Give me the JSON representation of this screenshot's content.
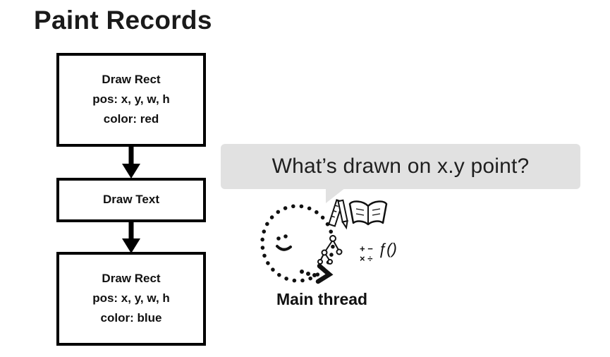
{
  "title": "Paint Records",
  "flow": {
    "boxes": [
      {
        "lines": [
          "Draw Rect",
          "pos: x, y, w, h",
          "color: red"
        ]
      },
      {
        "lines": [
          "Draw Text"
        ]
      },
      {
        "lines": [
          "Draw Rect",
          "pos: x, y, w, h",
          "color: blue"
        ]
      }
    ]
  },
  "bubble": {
    "text": "What’s drawn on x.y point?"
  },
  "doodle": {
    "plus_minus": "+ −",
    "times_divide": "× ÷",
    "function_label": "ƒ()"
  },
  "main_thread": {
    "label": "Main thread"
  },
  "colors": {
    "background": "#ffffff",
    "box_border": "#000000",
    "bubble_bg": "#e1e1e1",
    "text": "#111111"
  }
}
